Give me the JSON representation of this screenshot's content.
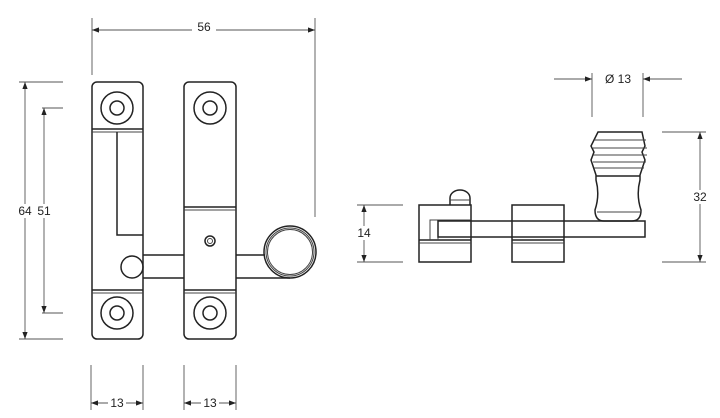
{
  "dimensions": {
    "overall_width": "56",
    "overall_height": "64",
    "hole_spacing": "51",
    "plate_width_left": "13",
    "plate_width_right": "13",
    "side_height": "14",
    "knob_height": "32",
    "knob_diameter": "Ø 13"
  }
}
